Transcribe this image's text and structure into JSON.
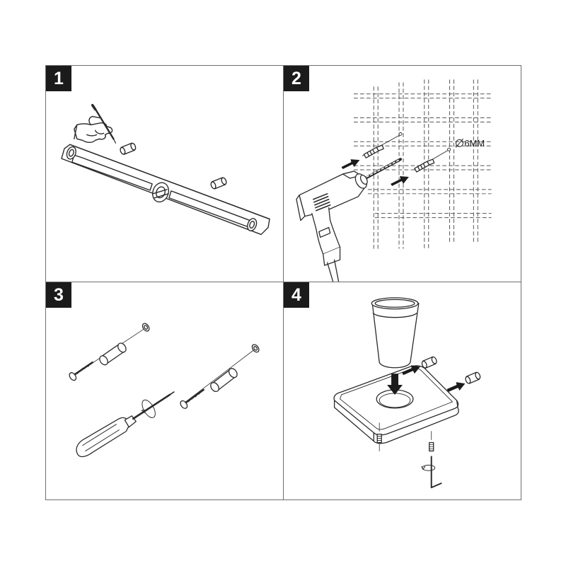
{
  "steps": [
    {
      "number": "1"
    },
    {
      "number": "2",
      "dimension_label": "6MM"
    },
    {
      "number": "3"
    },
    {
      "number": "4"
    }
  ],
  "colors": {
    "line": "#2a2a2a",
    "badge": "#1b1b1b",
    "panel_border": "#6e6e6e",
    "arrow_fill": "#1b1b1b"
  },
  "icons": {
    "step1": [
      "hand-with-pencil-icon",
      "spirit-level-icon",
      "wall-plug-icon"
    ],
    "step2": [
      "wall-grid-icon",
      "electric-drill-icon",
      "drill-bit-icon",
      "wall-plug-icon",
      "arrow-icon"
    ],
    "step3": [
      "screw-icon",
      "wall-plug-icon",
      "washer-icon",
      "screwdriver-icon",
      "rotation-icon"
    ],
    "step4": [
      "glass-tumbler-icon",
      "base-plate-icon",
      "set-screw-icon",
      "hex-key-icon",
      "arrow-icon"
    ]
  }
}
